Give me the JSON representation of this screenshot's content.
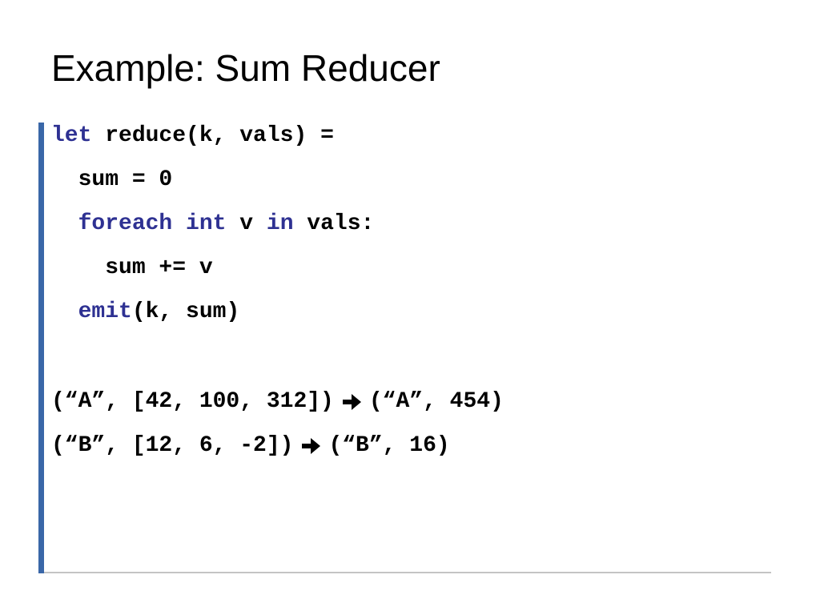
{
  "slide": {
    "title": "Example: Sum Reducer"
  },
  "colors": {
    "keyword": "#2e3192",
    "accent_bar": "#3a67a8",
    "rule": "#c4c4c4"
  },
  "code": {
    "line1": {
      "kw_let": "let",
      "rest": " reduce(k, vals) ="
    },
    "line2": {
      "indent": "  ",
      "text": "sum = 0"
    },
    "line3": {
      "indent": "  ",
      "kw_foreach": "foreach",
      "sp1": " ",
      "kw_int": "int",
      "mid": " v ",
      "kw_in": "in",
      "rest": " vals:"
    },
    "line4": {
      "indent": "    ",
      "text": "sum += v"
    },
    "line5": {
      "indent": "  ",
      "kw_emit": "emit",
      "rest": "(k, sum)"
    }
  },
  "examples": [
    {
      "input": "(“A”, [42, 100, 312])",
      "output": "(“A”, 454)"
    },
    {
      "input": "(“B”, [12, 6, -2])",
      "output": "(“B”, 16)"
    }
  ],
  "icons": {
    "arrow": "right-arrow-icon"
  }
}
